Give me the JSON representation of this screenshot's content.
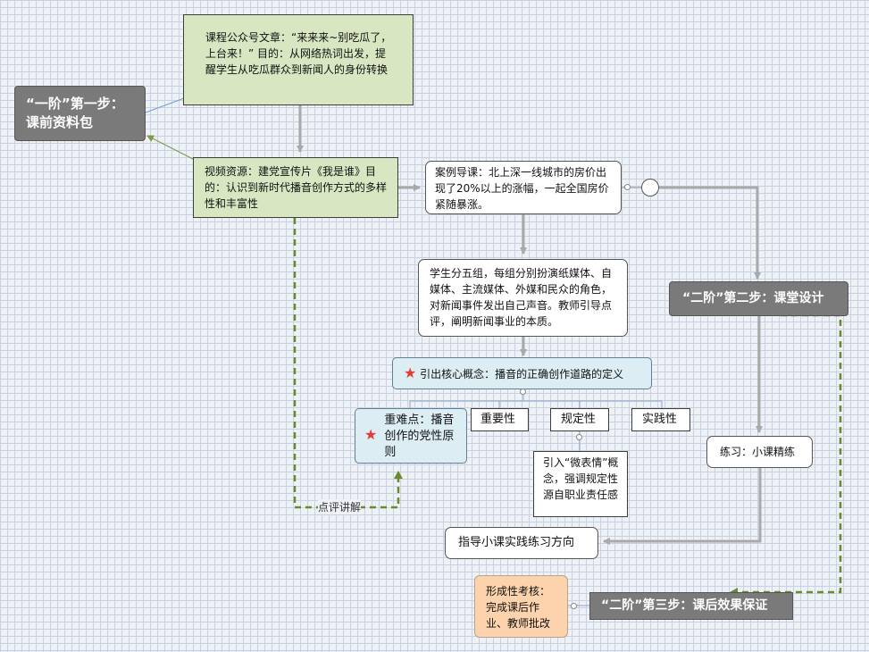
{
  "nodes": {
    "article": "课程公众号文章：“来来来~别吃瓜了，上台来！” 目的：从网络热词出发，提醒学生从吃瓜群众到新闻人的身份转换",
    "step1": "“一阶”第一步：课前资料包",
    "video": "视频资源：建党宣传片《我是谁》目的：认识到新时代播音创作方式的多样性和丰富性",
    "case": "案例导课：北上深一线城市的房价出现了20%以上的涨幅，一起全国房价紧随暴涨。",
    "groups": "学生分五组，每组分别扮演纸媒体、自媒体、主流媒体、外媒和民众的角色，对新闻事件发出自己声音。教师引导点评，阐明新闻事业的本质。",
    "core": "引出核心概念：播音的正确创作道路的定义",
    "difficulty": "重难点：播音创作的党性原则",
    "importance": "重要性",
    "normative": "规定性",
    "practice": "实践性",
    "micro": "引入“微表情”概念，强调规定性源自职业责任感",
    "step2": "“二阶”第二步：课堂设计",
    "exercise": "练习：小课精练",
    "guide": "指导小课实践练习方向",
    "assess": "形成性考核：完成课后作业、教师批改",
    "step3": "“二阶”第三步：课后效果保证"
  },
  "edge_labels": {
    "review": "点评讲解"
  },
  "colors": {
    "gray_link": "#a9a9a9",
    "green_dash": "#6a8a2e",
    "blue_link": "#6f9fd0",
    "thin_link": "#8aa4c4"
  }
}
